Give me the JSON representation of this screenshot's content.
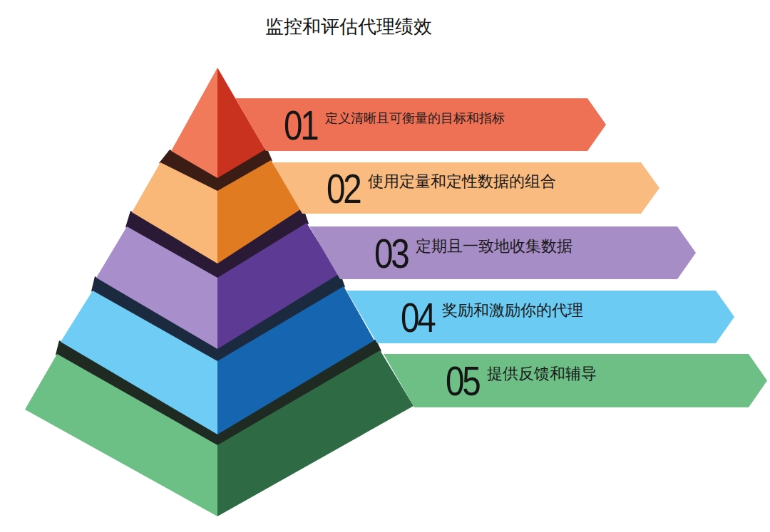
{
  "diagram": {
    "title": "监控和评估代理绩效",
    "nodes": [
      {
        "text": [
          "01",
          "定义清晰且可衡量的目标和指标"
        ]
      },
      {
        "text": [
          "02",
          "使用定量和定性数据的组合"
        ]
      },
      {
        "text": [
          "03",
          "定期且一致地收集数据"
        ]
      },
      {
        "text": [
          "04",
          "奖励和激励你的代理"
        ]
      },
      {
        "text": [
          "05",
          "提供反馈和辅导"
        ]
      }
    ]
  }
}
